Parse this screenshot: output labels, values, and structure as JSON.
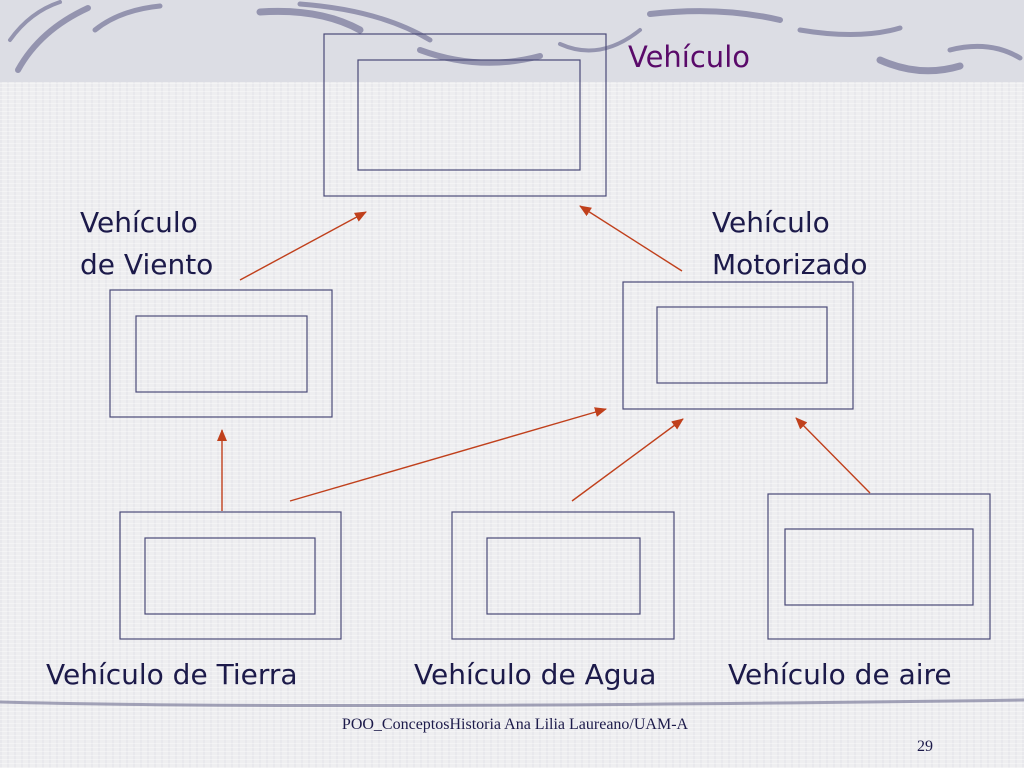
{
  "slide": {
    "title": "Vehículo",
    "footer": "POO_ConceptosHistoria Ana Lilia Laureano/UAM-A",
    "page_number": "29"
  },
  "colors": {
    "title_text": "#5a0a6a",
    "body_text": "#1c1a4a",
    "box_stroke": "#4a4a78",
    "arrow": "#c0401c",
    "decor_swoosh": "#7c7c9e"
  },
  "diagram": {
    "nodes": [
      {
        "id": "vehiculo",
        "label": ""
      },
      {
        "id": "viento",
        "label_lines": [
          "Vehículo",
          "de Viento"
        ]
      },
      {
        "id": "motorizado",
        "label_lines": [
          "Vehículo",
          "Motorizado"
        ]
      },
      {
        "id": "tierra",
        "label": "Vehículo de Tierra"
      },
      {
        "id": "agua",
        "label": "Vehículo de Agua"
      },
      {
        "id": "aire",
        "label": "Vehículo de aire"
      }
    ],
    "edges": [
      {
        "from": "viento",
        "to": "vehiculo"
      },
      {
        "from": "motorizado",
        "to": "vehiculo"
      },
      {
        "from": "tierra",
        "to": "viento"
      },
      {
        "from": "tierra",
        "to": "motorizado"
      },
      {
        "from": "agua",
        "to": "motorizado"
      },
      {
        "from": "aire",
        "to": "motorizado"
      }
    ]
  }
}
